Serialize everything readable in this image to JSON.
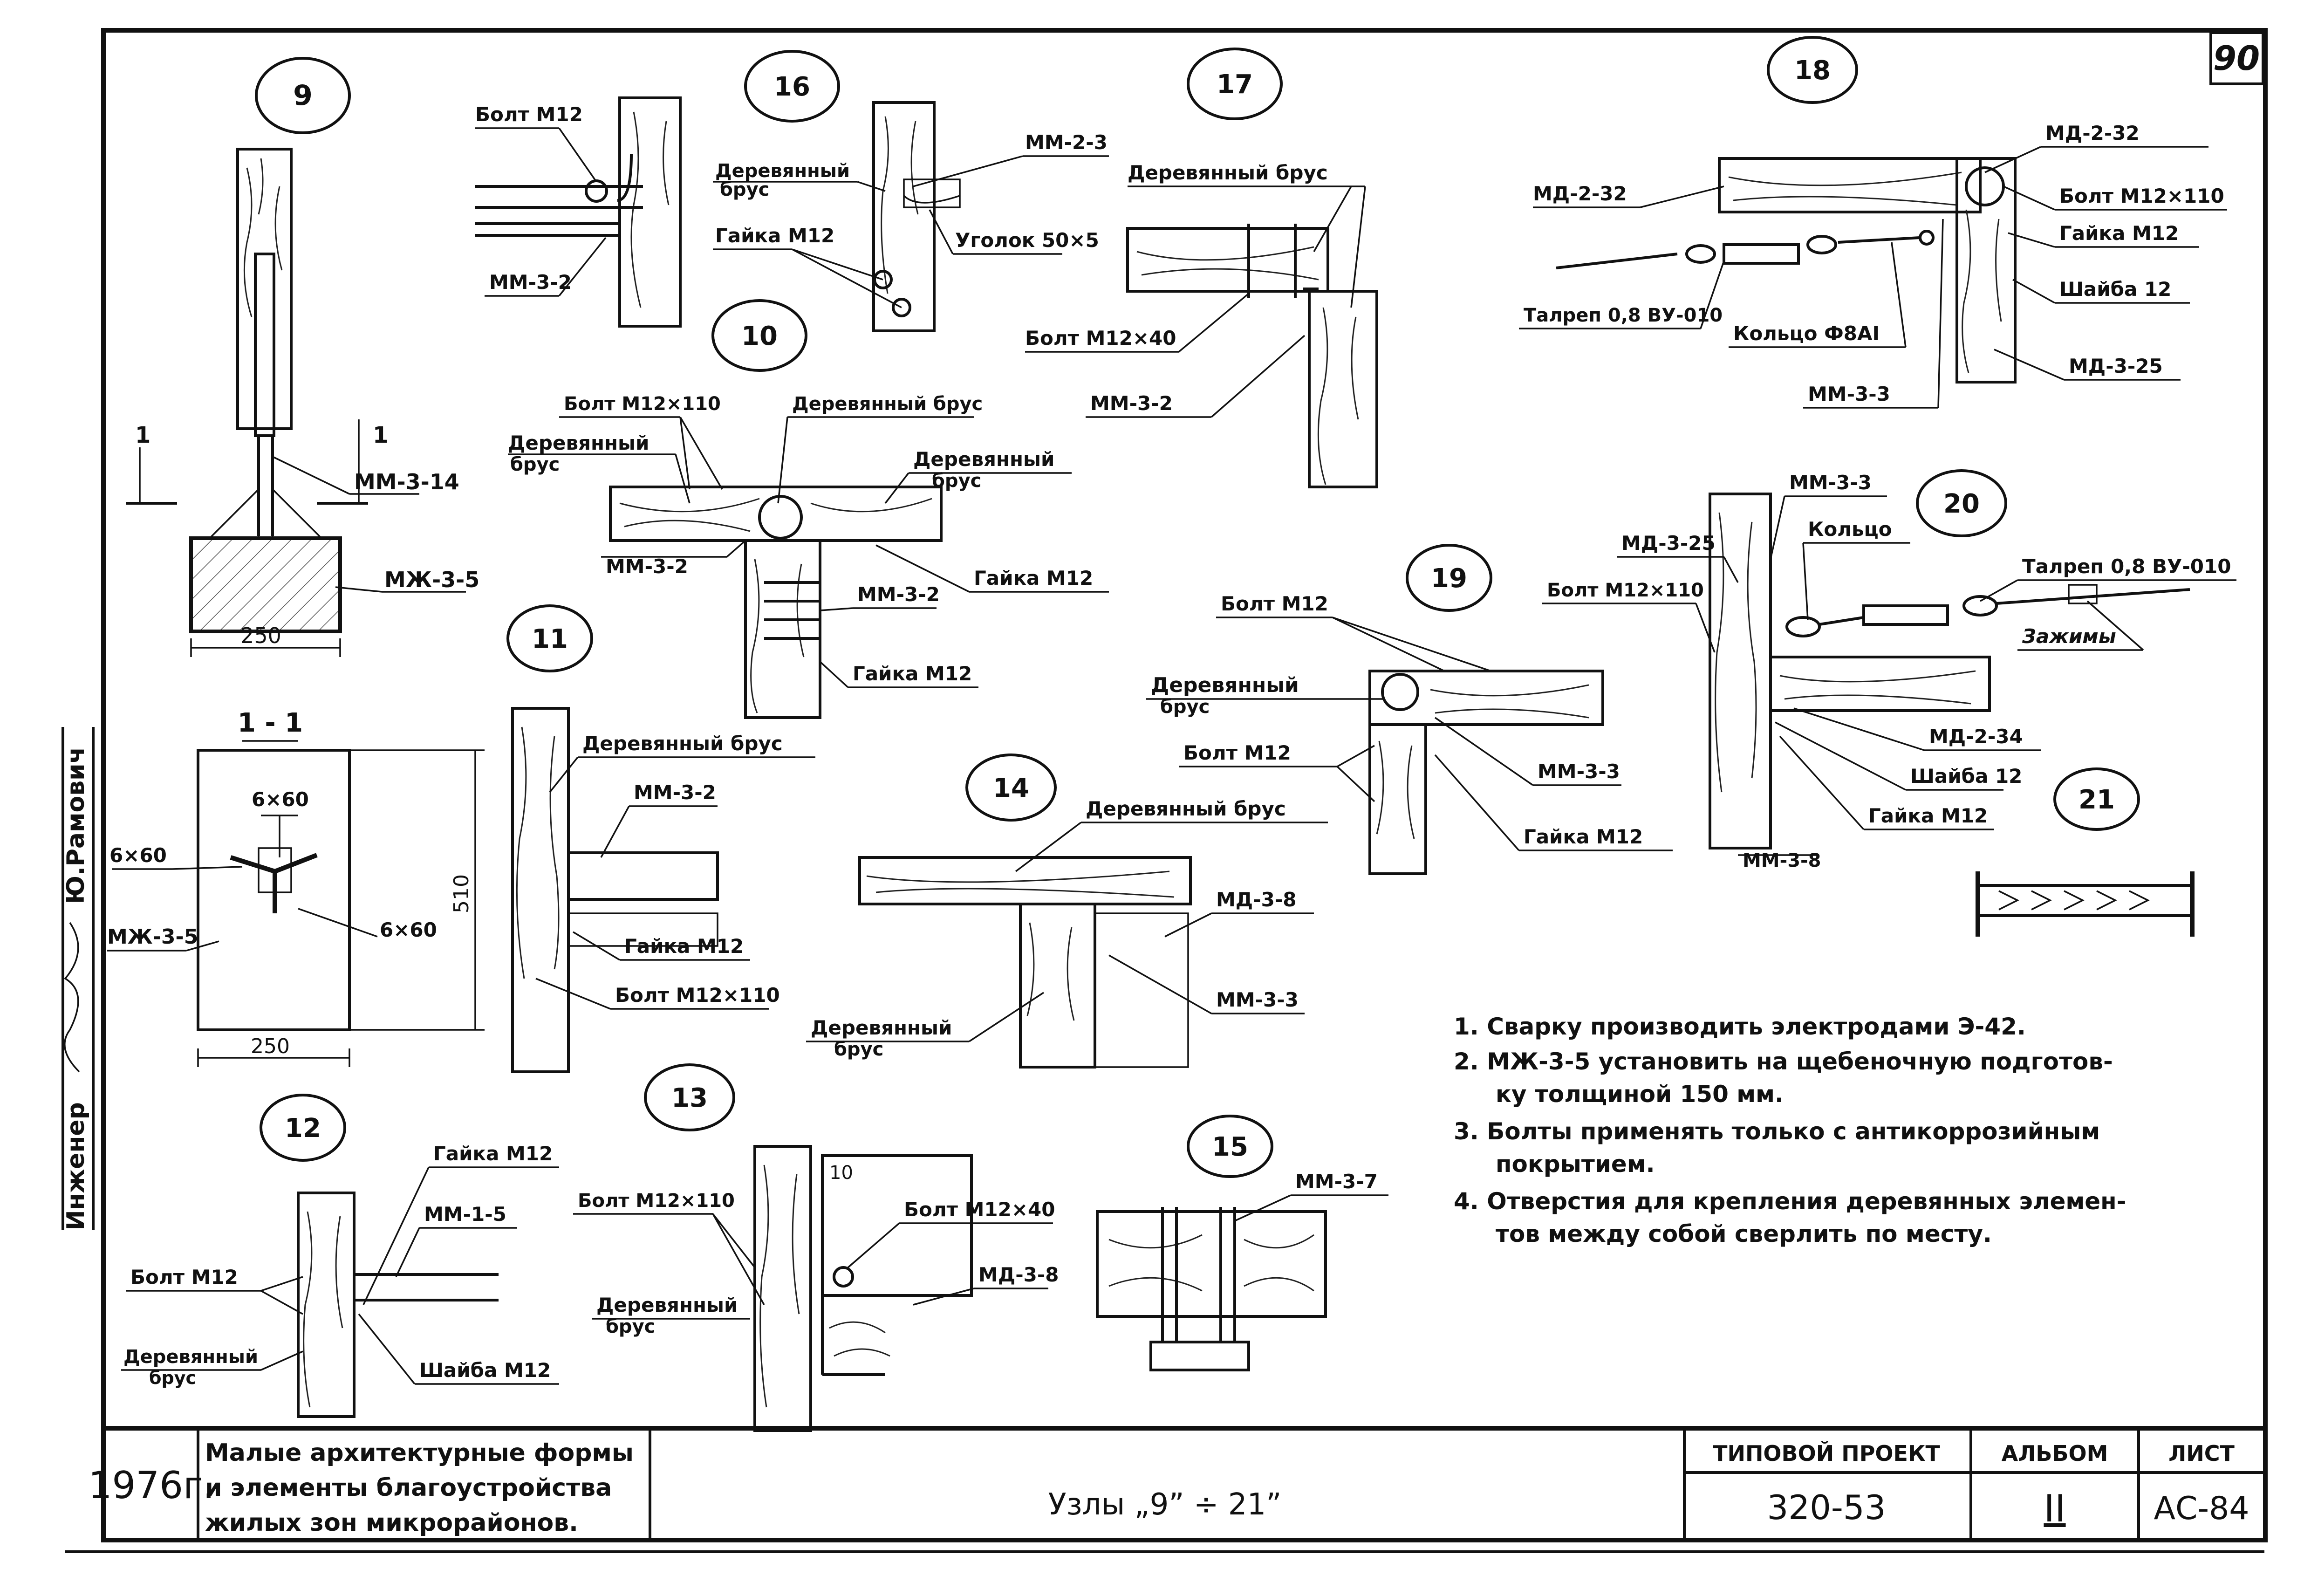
{
  "sheet_number_corner": "90",
  "nodes": {
    "n9": "9",
    "n10": "10",
    "n11": "11",
    "n12": "12",
    "n13": "13",
    "n14": "14",
    "n15": "15",
    "n16": "16",
    "n17": "17",
    "n18": "18",
    "n19": "19",
    "n20": "20",
    "n21": "21"
  },
  "section_title": "1 - 1",
  "callouts": {
    "c9_mm314": "ММ-3-14",
    "c9_mzh35": "МЖ-3-5",
    "c9_dim250": "250",
    "c9_sec1a": "1",
    "c9_sec1b": "1",
    "s11_6x60a": "6×60",
    "s11_6x60b": "6×60",
    "s11_6x60c": "6×60",
    "s11_mzh35": "МЖ-3-5",
    "s11_510": "510",
    "s11_250": "250",
    "c16_bolt": "Болт М12",
    "c16_mm32": "ММ-3-2",
    "c16_brus": "Деревянный",
    "c16_brus2": "брус",
    "c16_mm23": "ММ-2-3",
    "c16_nut": "Гайка М12",
    "c16_angle": "Уголок 50×5",
    "c17_brus": "Деревянный брус",
    "c17_bolt": "Болт М12×40",
    "c17_mm32": "ММ-3-2",
    "c18_md232a": "МД-2-32",
    "c18_md232b": "МД-2-32",
    "c18_bolt": "Болт М12×110",
    "c18_nut": "Гайка М12",
    "c18_washer": "Шайба 12",
    "c18_talrep": "Талреп 0,8 ВУ-010",
    "c18_ring": "Кольцо Ф8АI",
    "c18_md325": "МД-3-25",
    "c18_mm33": "ММ-3-3",
    "c10_bolt": "Болт М12×110",
    "c10_brusTop": "Деревянный брус",
    "c10_brusL": "Деревянный",
    "c10_brusL2": "брус",
    "c10_brusR": "Деревянный",
    "c10_brusR2": "брус",
    "c10_mm32a": "ММ-3-2",
    "c10_mm32b": "ММ-3-2",
    "c10_nutA": "Гайка М12",
    "c10_nutB": "Гайка М12",
    "c11_brus": "Деревянный брус",
    "c11_mm32": "ММ-3-2",
    "c11_nut": "Гайка М12",
    "c11_bolt": "Болт М12×110",
    "c14_brus": "Деревянный брус",
    "c14_md38": "МД-3-8",
    "c14_mm33": "ММ-3-3",
    "c14_brusB": "Деревянный",
    "c14_brusB2": "брус",
    "c19_bolt": "Болт М12",
    "c19_brus": "Деревянный",
    "c19_brus2": "брус",
    "c19_bolt2": "Болт М12",
    "c19_mm33": "ММ-3-3",
    "c19_nut": "Гайка М12",
    "c20_mm33": "ММ-3-3",
    "c20_md325": "МД-3-25",
    "c20_ring": "Кольцо",
    "c20_talrep": "Талреп 0,8 ВУ-010",
    "c20_bolt": "Болт М12×110",
    "c20_clamp": "Зажимы",
    "c20_md234": "МД-2-34",
    "c20_washer": "Шайба 12",
    "c20_nut": "Гайка М12",
    "c20_mm38": "ММ-3-8",
    "c12_nut": "Гайка М12",
    "c12_mm15": "ММ-1-5",
    "c12_bolt": "Болт М12",
    "c12_brus": "Деревянный",
    "c12_brus2": "брус",
    "c12_washer": "Шайба М12",
    "c13_bolt": "Болт М12×110",
    "c13_dim10": "10",
    "c13_bolt2": "Болт М12×40",
    "c13_md38": "МД-3-8",
    "c13_brus": "Деревянный",
    "c13_brus2": "брус",
    "c15_mm37": "ММ-3-7"
  },
  "notes": [
    "1. Сварку производить электродами Э-42.",
    "2. МЖ-3-5 установить на щебеночную подготов-",
    "ку толщиной 150 мм.",
    "3. Болты применять только с антикоррозийным",
    "покрытием.",
    "4. Отверстия для крепления деревянных элемен-",
    "тов между собой сверлить по месту."
  ],
  "side_stamp": {
    "role": "Инженер",
    "name": "Ю.Рамович"
  },
  "title_block": {
    "year": "1976г.",
    "project_desc_1": "Малые архитектурные формы",
    "project_desc_2": "и элементы благоустройства",
    "project_desc_3": "жилых зон микрорайонов.",
    "sheet_title": "Узлы „9” ÷ 21”",
    "typical_project_label": "ТИПОВОЙ ПРОЕКТ",
    "typical_project_value": "320-53",
    "album_label": "АЛЬБОМ",
    "album_value": "II",
    "sheet_label": "ЛИСТ",
    "sheet_value": "АС-84"
  }
}
